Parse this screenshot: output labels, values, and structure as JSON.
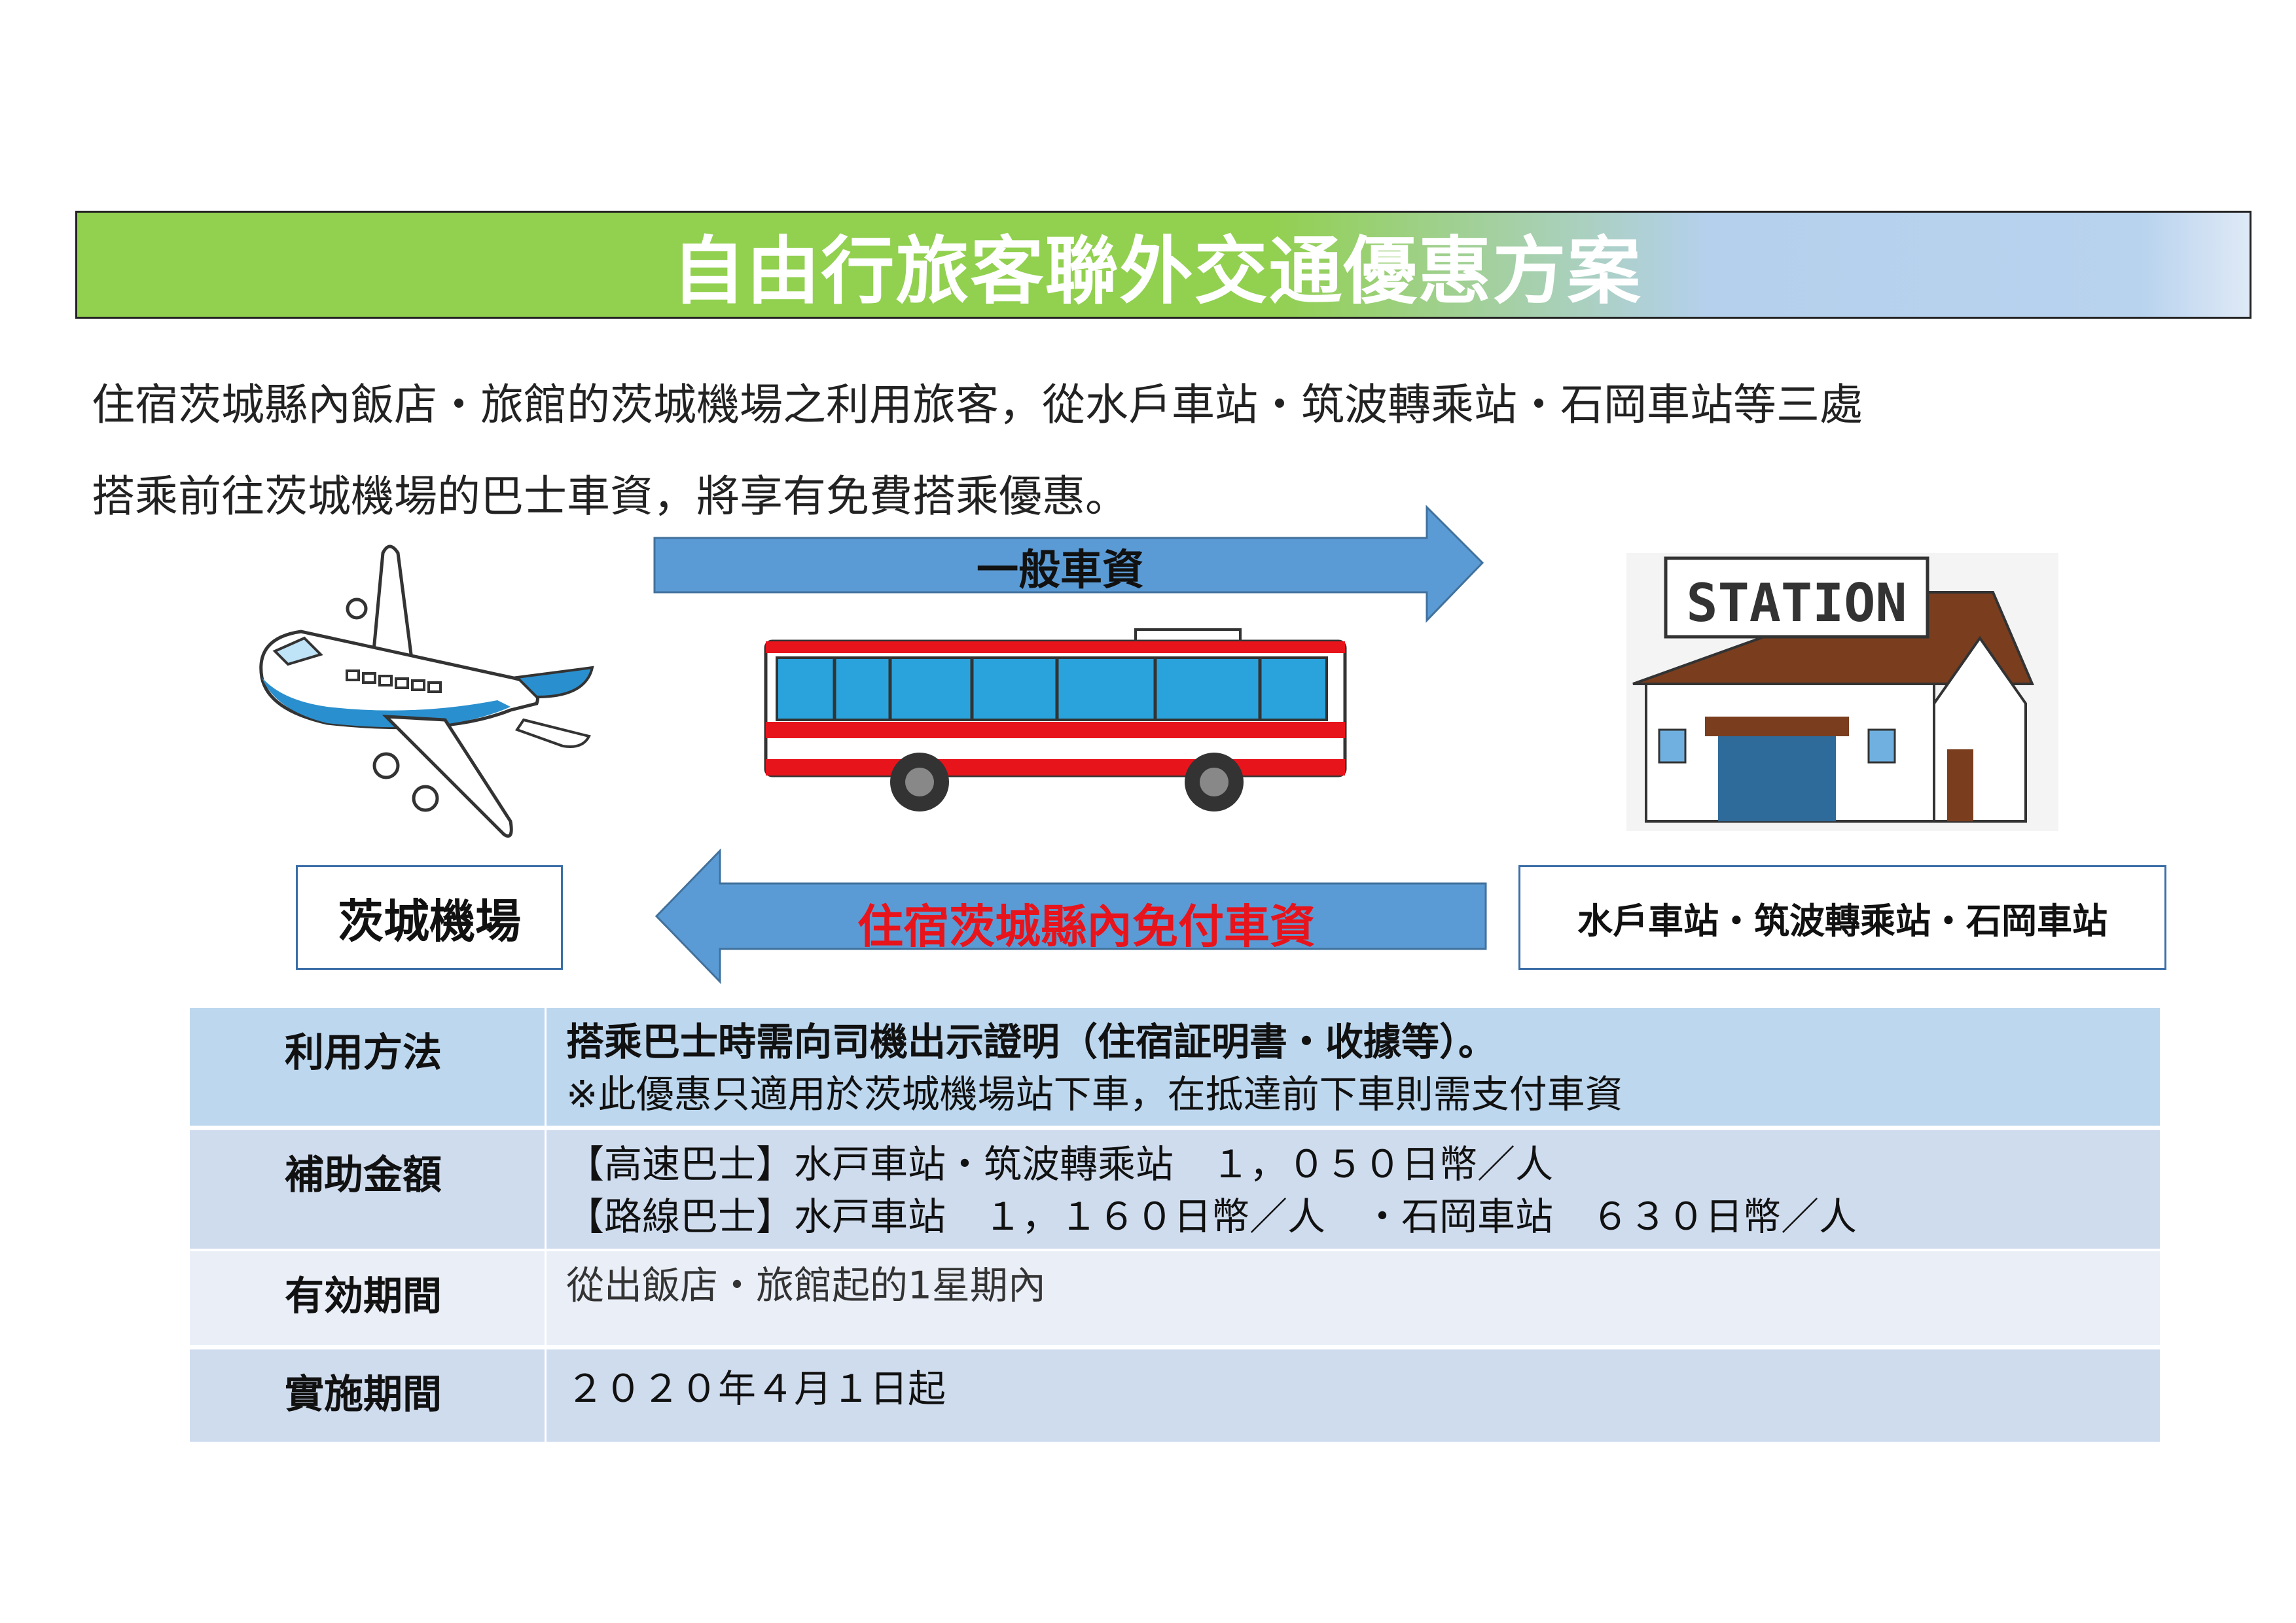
{
  "title": "自由行旅客聯外交通優惠方案",
  "intro": {
    "line1": "住宿茨城縣內飯店・旅館的茨城機場之利用旅客，從水戶車站・筑波轉乘站・石岡車站等三處",
    "line2": "搭乘前往茨城機場的巴士車資，將享有免費搭乘優惠。"
  },
  "diagram": {
    "top_arrow": "一般車資",
    "bottom_arrow": "住宿茨城縣內免付車資",
    "airport": "茨城機場",
    "stations": "水戶車站・筑波轉乘站・石岡車站",
    "station_sign": "STATION"
  },
  "table": [
    {
      "label": "利用方法",
      "lines": [
        "搭乘巴士時需向司機出示證明（住宿証明書・收據等）。",
        "※此優惠只適用於茨城機場站下車，在抵達前下車則需支付車資"
      ]
    },
    {
      "label": "補助金額",
      "lines": [
        "【高速巴士】水戸車站・筑波轉乘站　１，０５０日幣／人",
        "【路線巴士】水戸車站　１，１６０日幣／人　・石岡車站　６３０日幣／人"
      ]
    },
    {
      "label": "有効期間",
      "lines": [
        "從出飯店・旅館起的1星期內"
      ]
    },
    {
      "label": "實施期間",
      "lines": [
        "２０２０年４月１日起"
      ]
    }
  ]
}
